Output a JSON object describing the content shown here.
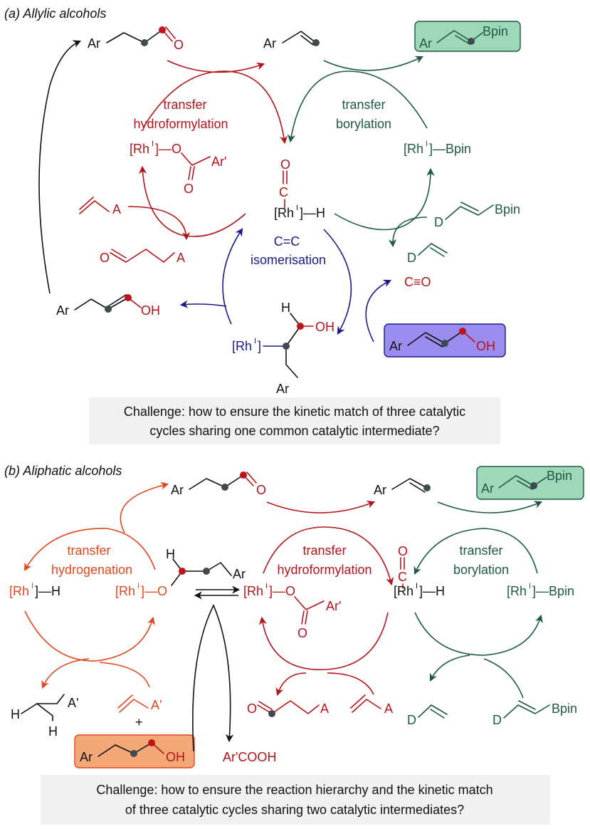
{
  "panel_a": {
    "heading": "(a) Allylic alcohols",
    "ar": "Ar",
    "o": "O",
    "bpin": "Bpin",
    "oh": "OH",
    "h": "H",
    "a": "A",
    "d": "D",
    "rh": "[Rh",
    "rh_sup": "I",
    "rh_h": "]—H",
    "rh_o": "]—O",
    "rh_bpin": "]—Bpin",
    "rh_close": "]",
    "ar_prime": "Ar'",
    "co": "C≡O",
    "c": "C",
    "transfer_hf_1": "transfer",
    "transfer_hf_2": "hydroformylation",
    "transfer_b_1": "transfer",
    "transfer_b_2": "borylation",
    "iso_1": "C=C",
    "iso_2": "isomerisation",
    "challenge_1": "Challenge: how to ensure the kinetic match of three catalytic",
    "challenge_2": "cycles sharing one common catalytic intermediate?"
  },
  "panel_b": {
    "heading": "(b) Aliphatic alcohols",
    "ar": "Ar",
    "o": "O",
    "bpin": "Bpin",
    "oh": "OH",
    "h": "H",
    "a": "A",
    "a_prime": "A'",
    "d": "D",
    "plus": "+",
    "rh": "[Rh",
    "rh_sup": "I",
    "rh_h": "]—H",
    "rh_o": "]—O",
    "rh_bpin": "]—Bpin",
    "ar_prime": "Ar'",
    "c": "C",
    "arcooh": "Ar'COOH",
    "transfer_h_1": "transfer",
    "transfer_h_2": "hydrogenation",
    "transfer_hf_1": "transfer",
    "transfer_hf_2": "hydroformylation",
    "transfer_b_1": "transfer",
    "transfer_b_2": "borylation",
    "challenge_1": "Challenge: how to ensure the reaction hierarchy and the kinetic match",
    "challenge_2": "of three catalytic cycles sharing two catalytic intermediates?"
  },
  "colors": {
    "black": "#111111",
    "red": "#b3141a",
    "green": "#1d5a45",
    "blue": "#1a1a8c",
    "orange": "#e2471b",
    "atom_dark": "#3d4a4f",
    "atom_red": "#c0141c",
    "box_green": "#9fd8b8",
    "box_purple": "#9b8cf0",
    "box_orange": "#f5a877",
    "challenge_bg": "#f1f1f1"
  }
}
